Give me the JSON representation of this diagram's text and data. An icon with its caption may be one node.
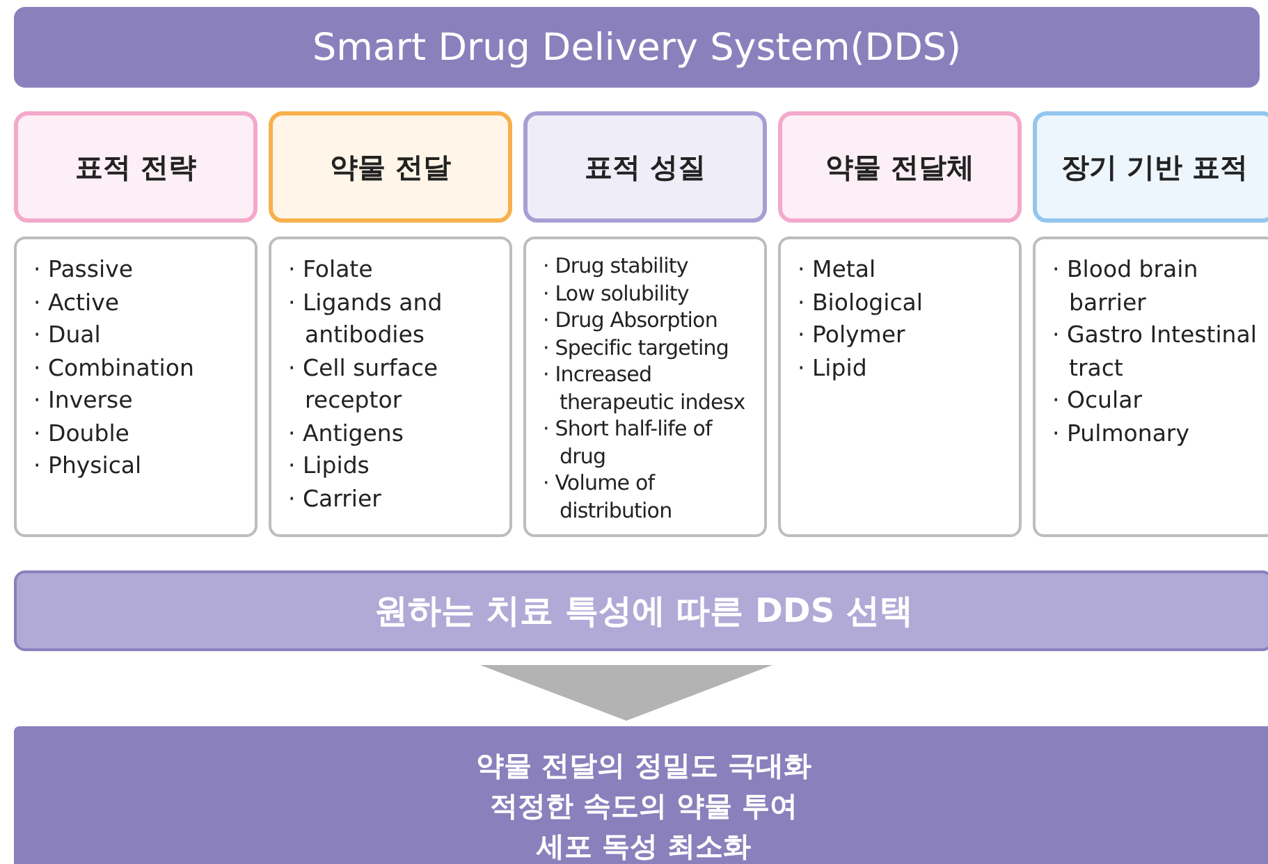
{
  "diagram": {
    "nodes": [
      {
        "text": [
          "Smart Drug Delivery System(DDS)"
        ]
      },
      {
        "text": [
          "표적 전략"
        ]
      },
      {
        "text": [
          "약물 전달"
        ]
      },
      {
        "text": [
          "표적 성질"
        ]
      },
      {
        "text": [
          "약물 전달체"
        ]
      },
      {
        "text": [
          "장기 기반 표적"
        ]
      },
      {
        "text": [
          "· Passive",
          "· Active",
          "· Dual",
          "· Combination",
          "· Inverse",
          "· Double",
          "· Physical"
        ]
      },
      {
        "text": [
          "· Folate",
          "· Ligands and antibodies",
          "· Cell surface receptor",
          "· Antigens",
          "· Lipids",
          "· Carrier"
        ]
      },
      {
        "text": [
          "· Drug stability",
          "· Low solubility",
          "· Drug Absorption",
          "· Specific targeting",
          "· Increased therapeutic indesx",
          "· Short half-life of drug",
          "· Volume of distribution"
        ]
      },
      {
        "text": [
          "· Metal",
          "· Biological",
          "· Polymer",
          "· Lipid"
        ]
      },
      {
        "text": [
          "· Blood brain barrier",
          "· Gastro Intestinal tract",
          "· Ocular",
          "· Pulmonary"
        ]
      },
      {
        "text": [
          "원하는 치료 특성에 따른 DDS 선택"
        ]
      },
      {
        "text": [
          "약물 전달의 정밀도 극대화",
          "적정한 속도의 약물 투여",
          "세포 독성 최소화"
        ]
      }
    ],
    "edges": [
      {
        "from": 11,
        "to": 12,
        "arrow": "to"
      }
    ]
  }
}
